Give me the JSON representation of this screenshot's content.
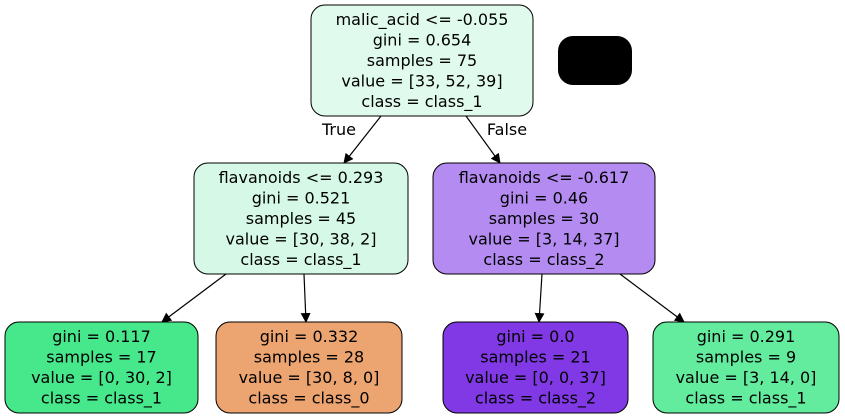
{
  "tree": {
    "nodes": [
      {
        "id": "n0",
        "lines": [
          "malic_acid <= -0.055",
          "gini = 0.654",
          "samples = 75",
          "value = [33, 52, 39]",
          "class = class_1"
        ],
        "fill": "#e0fbed"
      },
      {
        "id": "n1",
        "lines": [
          "flavanoids <= 0.293",
          "gini = 0.521",
          "samples = 45",
          "value = [30, 38, 2]",
          "class = class_1"
        ],
        "fill": "#d6f9e7"
      },
      {
        "id": "n2",
        "lines": [
          "flavanoids <= -0.617",
          "gini = 0.46",
          "samples = 30",
          "value = [3, 14, 37]",
          "class = class_2"
        ],
        "fill": "#b48cf1"
      },
      {
        "id": "n3",
        "lines": [
          "gini = 0.117",
          "samples = 17",
          "value = [0, 30, 2]",
          "class = class_1"
        ],
        "fill": "#47e78b"
      },
      {
        "id": "n4",
        "lines": [
          "gini = 0.332",
          "samples = 28",
          "value = [30, 8, 0]",
          "class = class_0"
        ],
        "fill": "#eca470"
      },
      {
        "id": "n5",
        "lines": [
          "gini = 0.0",
          "samples = 21",
          "value = [0, 0, 37]",
          "class = class_2"
        ],
        "fill": "#8139e5"
      },
      {
        "id": "n6",
        "lines": [
          "gini = 0.291",
          "samples = 9",
          "value = [3, 14, 0]",
          "class = class_1"
        ],
        "fill": "#63eb9e"
      }
    ],
    "edge_labels": {
      "true_label": "True",
      "false_label": "False"
    },
    "colors": {
      "edge": "#000000",
      "node_stroke": "#000000",
      "redaction_box": "#000000"
    }
  }
}
